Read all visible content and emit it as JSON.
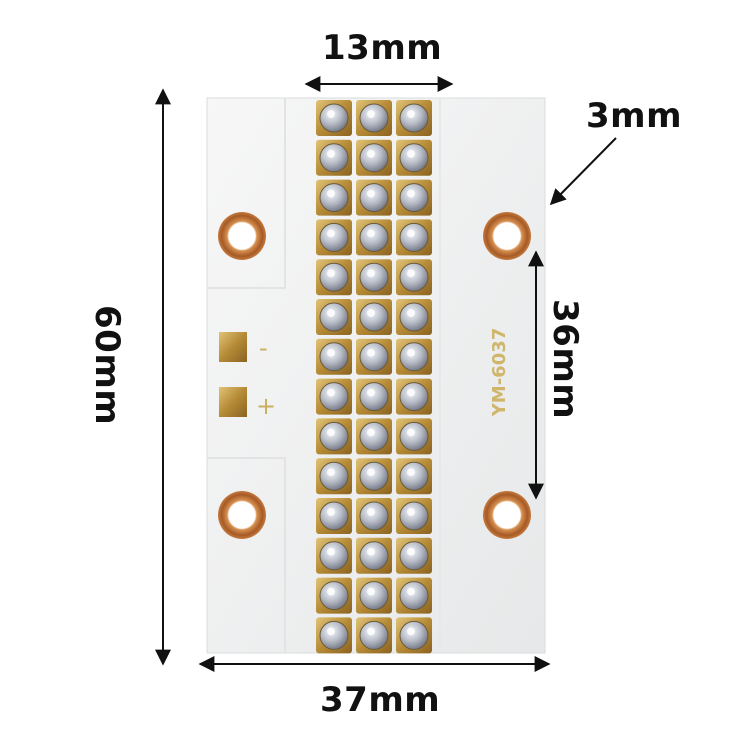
{
  "dimensions": {
    "width_top": "13mm",
    "width_bottom": "37mm",
    "height_left": "60mm",
    "hole_spacing": "36mm",
    "edge_offset": "3mm"
  },
  "board": {
    "model": "YM-6037",
    "minus": "-",
    "plus": "+",
    "led_rows": 14,
    "led_cols": 3
  },
  "colors": {
    "board": "#f2f3f3",
    "copper": "#c07a45",
    "gold": "#b98f3c",
    "lens": "#c9cdd4"
  }
}
